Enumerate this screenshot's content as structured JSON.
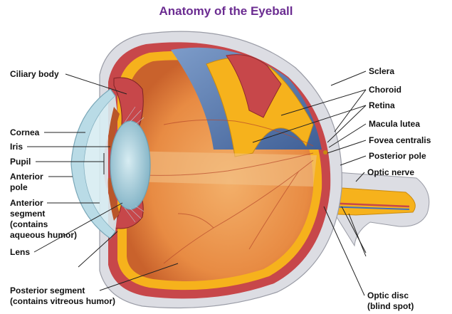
{
  "title": "Anatomy of the Eyeball",
  "labels_left": {
    "ciliary_body": "Ciliary body",
    "cornea": "Cornea",
    "iris": "Iris",
    "pupil": "Pupil",
    "anterior_pole": "Anterior\npole",
    "anterior_segment": "Anterior\nsegment\n(contains\naqueous humor)",
    "lens": "Lens",
    "posterior_segment": "Posterior segment\n(contains vitreous humor)"
  },
  "labels_right": {
    "sclera": "Sclera",
    "choroid": "Choroid",
    "retina": "Retina",
    "macula_lutea": "Macula lutea",
    "fovea_centralis": "Fovea centralis",
    "posterior_pole": "Posterior pole",
    "optic_nerve": "Optic nerve",
    "optic_disc": "Optic disc\n(blind spot)"
  },
  "colors": {
    "title": "#6b2c91",
    "sclera": "#dcdde3",
    "choroid": "#c7474a",
    "retina": "#f6b21c",
    "vitreous": "#e9934a",
    "cornea": "#b9dbe6",
    "lens": "#9fc9d7",
    "cavity": "#5f7fb0"
  }
}
